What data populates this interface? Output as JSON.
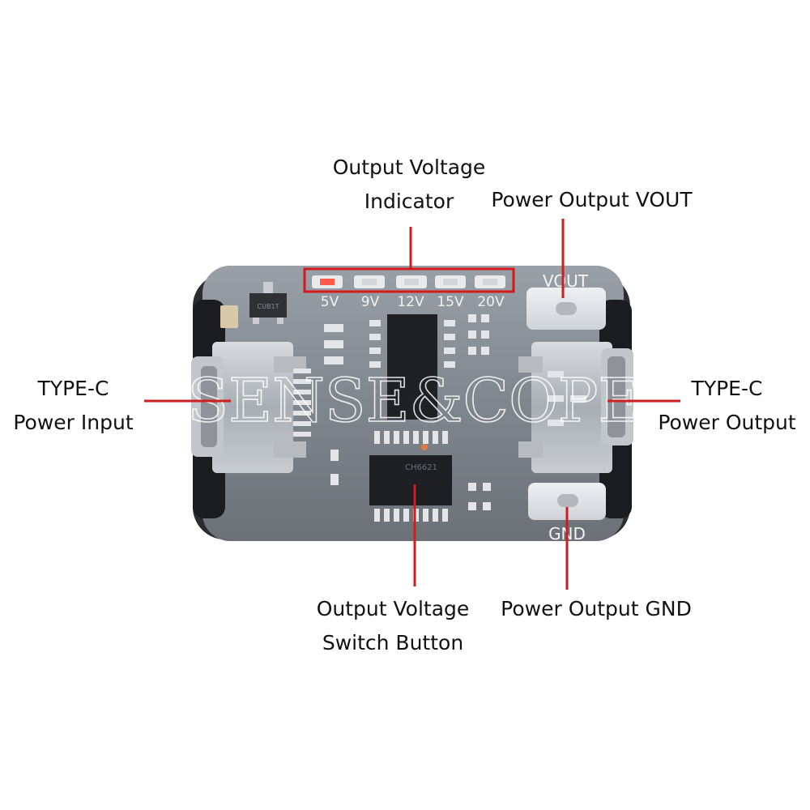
{
  "callouts": {
    "output_voltage_indicator": {
      "line1": "Output Voltage",
      "line2": "Indicator"
    },
    "power_output_vout": {
      "text": "Power Output VOUT"
    },
    "typec_power_input": {
      "line1": "TYPE-C",
      "line2": "Power Input"
    },
    "typec_power_output": {
      "line1": "TYPE-C",
      "line2": "Power Output"
    },
    "output_voltage_switch_button": {
      "line1": "Output Voltage",
      "line2": "Switch Button"
    },
    "power_output_gnd": {
      "text": "Power Output GND"
    }
  },
  "board": {
    "led_labels": [
      "5V",
      "9V",
      "12V",
      "15V",
      "20V"
    ],
    "pad_vout_label": "VOUT",
    "pad_gnd_label": "GND",
    "chip_marking": "CH6621",
    "small_chip_marking": "CUB1T"
  },
  "watermark": "SENSE&COPE",
  "colors": {
    "callout_line": "#cc1f1f",
    "highlight_box": "#d41a1a",
    "board_body": "#7e848c",
    "led_lit": "#ff5a4a"
  }
}
